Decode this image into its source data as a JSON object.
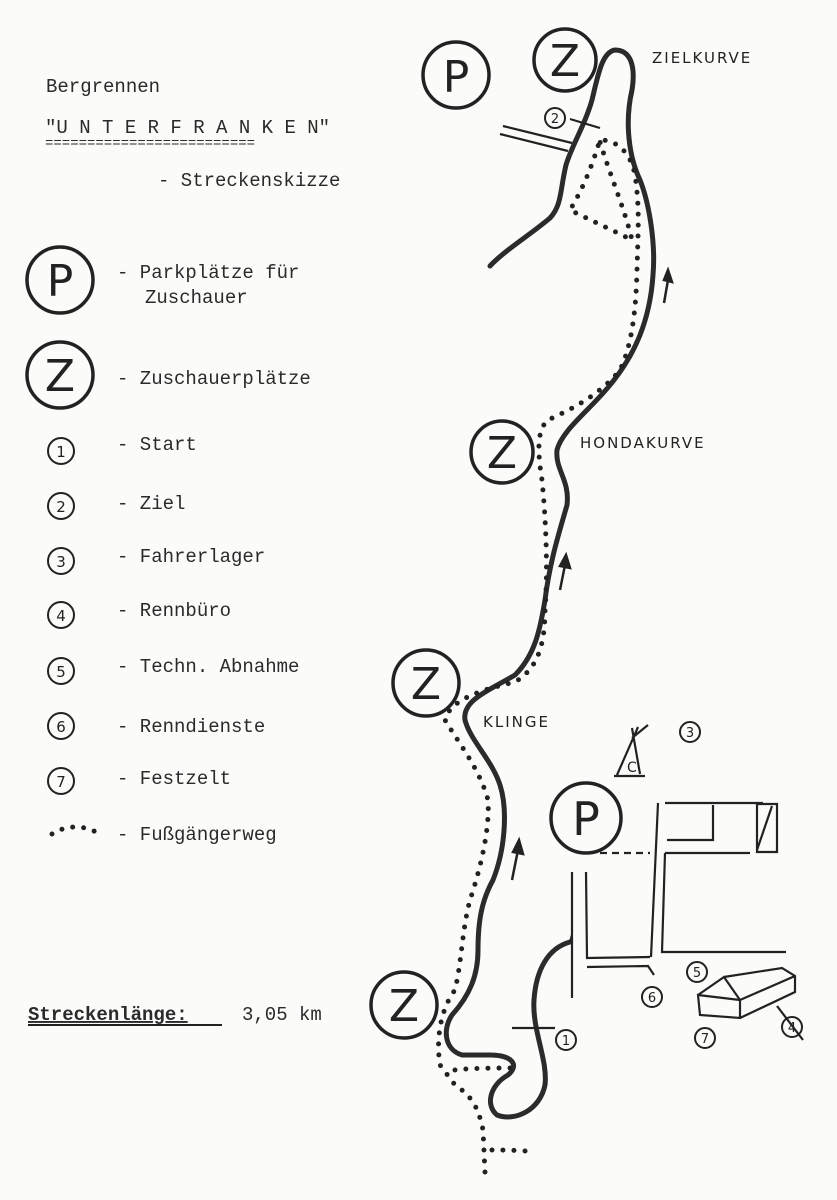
{
  "title": {
    "line1": "Bergrennen",
    "line2": "\"U N T E R F R A N K E N\"",
    "underline": "=========================",
    "line3": "- Streckenskizze"
  },
  "legend": [
    {
      "symbol": "P",
      "label1": "- Parkplätze für",
      "label2": "Zuschauer"
    },
    {
      "symbol": "Z",
      "label1": "- Zuschauerplätze"
    },
    {
      "symbol": "1",
      "label1": "- Start"
    },
    {
      "symbol": "2",
      "label1": "- Ziel"
    },
    {
      "symbol": "3",
      "label1": "- Fahrerlager"
    },
    {
      "symbol": "4",
      "label1": "- Rennbüro"
    },
    {
      "symbol": "5",
      "label1": "- Techn. Abnahme"
    },
    {
      "symbol": "6",
      "label1": "- Renndienste"
    },
    {
      "symbol": "7",
      "label1": "- Festzelt"
    },
    {
      "symbol": "dots",
      "label1": "- Fußgängerweg"
    }
  ],
  "length": {
    "label": "Streckenlänge:",
    "value": "3,05 km"
  },
  "map_labels": {
    "zielkurve": "ZIELKURVE",
    "hondakurve": "HONDAKURVE",
    "klinge": "KLINGE"
  },
  "symbols": {
    "parking": "P",
    "spectator": "Z",
    "tent": "C",
    "n1": "1",
    "n2": "2",
    "n3": "3",
    "n4": "4",
    "n5": "5",
    "n6": "6",
    "n7": "7"
  }
}
